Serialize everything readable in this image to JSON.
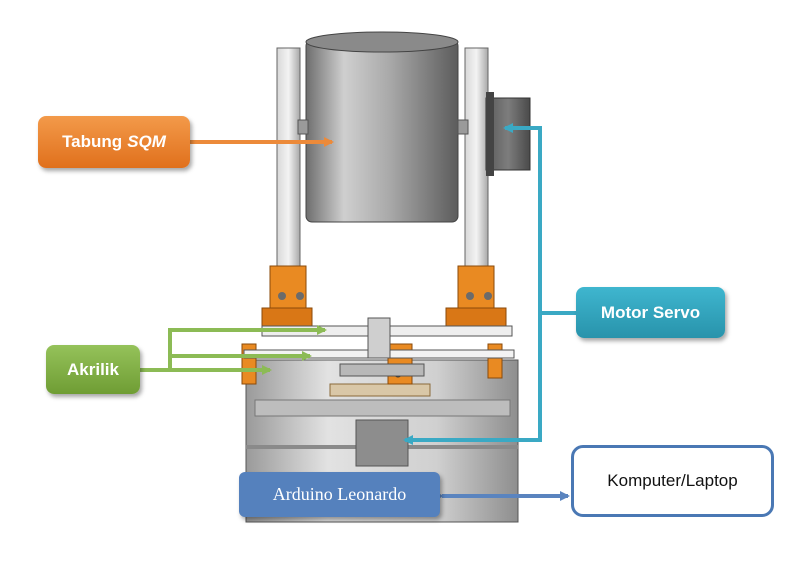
{
  "labels": {
    "tabung_prefix": "Tabung",
    "tabung_italic": "SQM",
    "motor_servo": "Motor Servo",
    "akrilik": "Akrilik",
    "arduino": "Arduino Leonardo",
    "komputer": "Komputer/Laptop"
  },
  "colors": {
    "tabung": "#e8822e",
    "motor_servo": "#35a6c0",
    "akrilik": "#84b145",
    "arduino": "#5581bd",
    "orange_parts": "#e98a22"
  }
}
